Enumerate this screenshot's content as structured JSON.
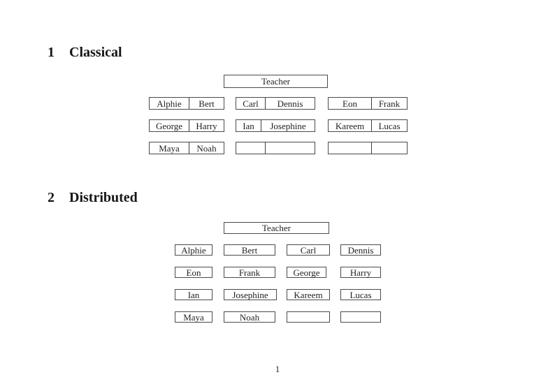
{
  "document": {
    "page_number": "1",
    "colors": {
      "text": "#1f1f1f",
      "border": "#4a4a4a",
      "background": "#ffffff"
    },
    "sections": [
      {
        "number": "1",
        "title": "Classical",
        "teacher": "Teacher",
        "tables": [
          {
            "seats": [
              "Alphie",
              "Bert"
            ]
          },
          {
            "seats": [
              "Carl",
              "Dennis"
            ]
          },
          {
            "seats": [
              "Eon",
              "Frank"
            ]
          },
          {
            "seats": [
              "George",
              "Harry"
            ]
          },
          {
            "seats": [
              "Ian",
              "Josephine"
            ]
          },
          {
            "seats": [
              "Kareem",
              "Lucas"
            ]
          },
          {
            "seats": [
              "Maya",
              "Noah"
            ]
          },
          {
            "seats": [
              "",
              ""
            ]
          },
          {
            "seats": [
              "",
              ""
            ]
          }
        ]
      },
      {
        "number": "2",
        "title": "Distributed",
        "teacher": "Teacher",
        "desks": [
          "Alphie",
          "Bert",
          "Carl",
          "Dennis",
          "Eon",
          "Frank",
          "George",
          "Harry",
          "Ian",
          "Josephine",
          "Kareem",
          "Lucas",
          "Maya",
          "Noah",
          "",
          ""
        ]
      }
    ]
  }
}
